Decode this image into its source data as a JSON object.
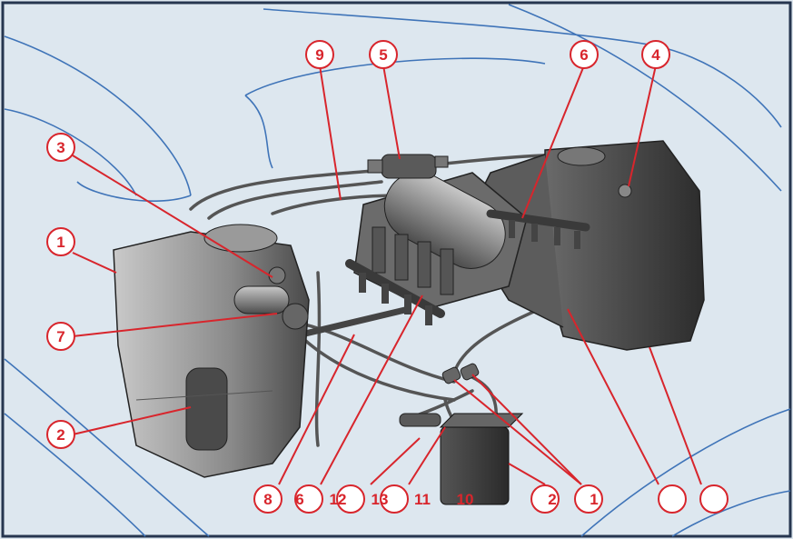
{
  "colors": {
    "background": "#dde7ef",
    "curve": "#3f74b8",
    "leader": "#d8252c",
    "callout_fill": "#ffffff",
    "callout_stroke": "#d8252c",
    "component_dark": "#3a3a3a",
    "component_mid": "#7e7e7e",
    "component_light": "#b9b9b9",
    "frame": "#26364f"
  },
  "callouts": {
    "c3": "3",
    "c9": "9",
    "c5": "5",
    "c6_top": "6",
    "c4": "4",
    "c1_left": "1",
    "c7": "7",
    "c2_left": "2",
    "c8": "8",
    "c6_bottom": "6",
    "c12": "12",
    "c13": "13",
    "c11": "11",
    "c10": "10",
    "c2_bottom": "2",
    "c1_bottom": "1",
    "c_blank_a": "",
    "c_blank_b": ""
  }
}
